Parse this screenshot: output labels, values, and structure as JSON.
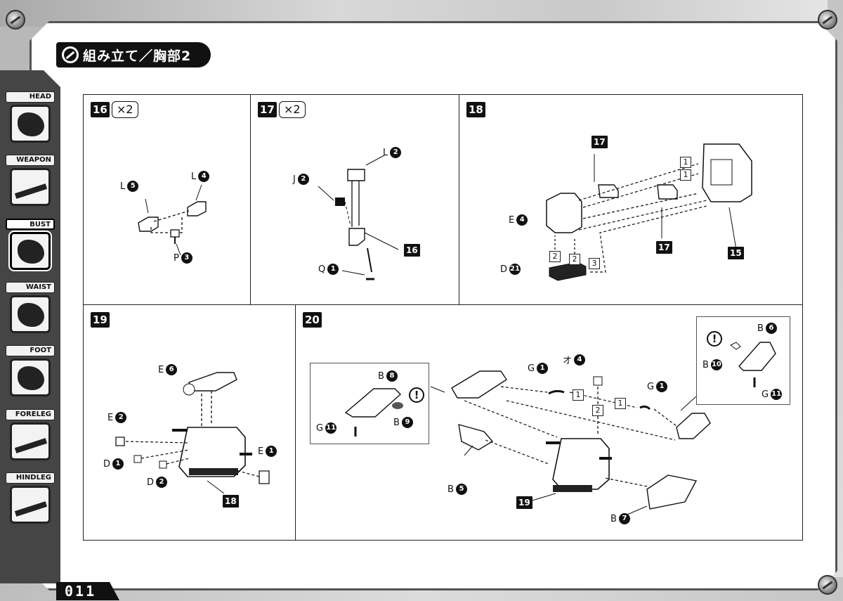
{
  "header": {
    "title": "組み立て／胸部2"
  },
  "sidebar": {
    "items": [
      {
        "label": "HEAD"
      },
      {
        "label": "WEAPON"
      },
      {
        "label": "BUST"
      },
      {
        "label": "WAIST"
      },
      {
        "label": "FOOT"
      },
      {
        "label": "FORELEG"
      },
      {
        "label": "HINDLEG"
      }
    ],
    "active": "BUST"
  },
  "page_number": "011",
  "steps": {
    "s16": {
      "num": "16",
      "mult": "×2",
      "parts": {
        "l5": [
          "L",
          "5"
        ],
        "l4": [
          "L",
          "4"
        ],
        "p3": [
          "P",
          "3"
        ]
      }
    },
    "s17": {
      "num": "17",
      "mult": "×2",
      "parts": {
        "l2": [
          "L",
          "2"
        ],
        "j2": [
          "J",
          "2"
        ],
        "q1": [
          "Q",
          "1"
        ]
      },
      "ref": "16"
    },
    "s18": {
      "num": "18",
      "refs": [
        "17",
        "17",
        "15"
      ],
      "parts": {
        "e4": [
          "E",
          "4"
        ],
        "d21": [
          "D",
          "21"
        ]
      },
      "orders": [
        "1",
        "1",
        "2",
        "2",
        "3"
      ]
    },
    "s19": {
      "num": "19",
      "ref": "18",
      "parts": {
        "e6": [
          "E",
          "6"
        ],
        "e2": [
          "E",
          "2"
        ],
        "d1": [
          "D",
          "1"
        ],
        "d2": [
          "D",
          "2"
        ],
        "e1": [
          "E",
          "1"
        ]
      }
    },
    "s20": {
      "num": "20",
      "ref": "19",
      "parts": {
        "b8": [
          "B",
          "8"
        ],
        "b9": [
          "B",
          "9"
        ],
        "g11a": [
          "G",
          "11"
        ],
        "g1a": [
          "G",
          "1"
        ],
        "o4": [
          "オ",
          "4"
        ],
        "g1b": [
          "G",
          "1"
        ],
        "b6": [
          "B",
          "6"
        ],
        "b10": [
          "B",
          "10"
        ],
        "g11b": [
          "G",
          "11"
        ],
        "b5": [
          "B",
          "5"
        ],
        "b7": [
          "B",
          "7"
        ]
      },
      "orders": [
        "1",
        "1",
        "2"
      ],
      "warn": "!"
    }
  },
  "colors": {
    "ink": "#111111",
    "frame": "#454545"
  }
}
